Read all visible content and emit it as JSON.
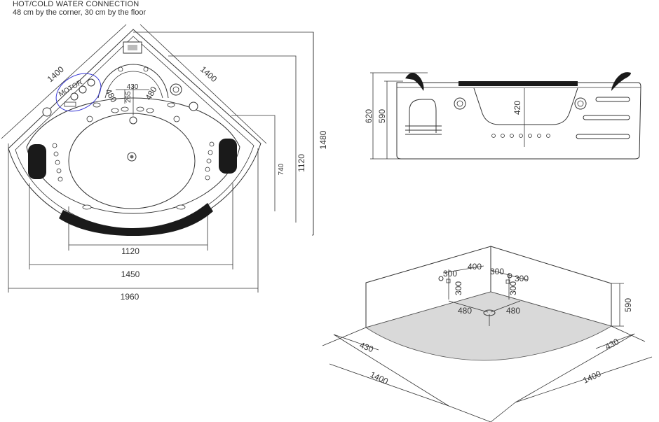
{
  "header": {
    "line1": "HOT/COLD WATER CONNECTION",
    "line2": "48 cm by the corner, 30 cm by the floor"
  },
  "top_view": {
    "motor_label": "MOTOR",
    "dims": {
      "side_left": "1400",
      "side_right": "1400",
      "inner_430": "430",
      "inner_265": "265",
      "inner_480_left": "480",
      "inner_480_right": "480",
      "depth_740": "740",
      "depth_1120": "1120",
      "depth_1480": "1480",
      "width_1120": "1120",
      "width_1450": "1450",
      "width_1960": "1960"
    }
  },
  "side_view": {
    "dims": {
      "h_620": "620",
      "h_590": "590",
      "h_420": "420"
    }
  },
  "iso_view": {
    "dims": {
      "c300_a": "300",
      "c400": "400",
      "c300_b": "300",
      "c300_c": "300",
      "c300_left_v": "300",
      "c300_right_v": "300",
      "c480_left": "480",
      "c480_right": "480",
      "h590": "590",
      "w430_left": "430",
      "w430_right": "430",
      "w1400_left": "1400",
      "w1400_right": "1400"
    }
  },
  "colors": {
    "line": "#333333",
    "accent": "#1a1a1a",
    "motor": "#3b3bd6",
    "floor": "#d9d9d9"
  }
}
